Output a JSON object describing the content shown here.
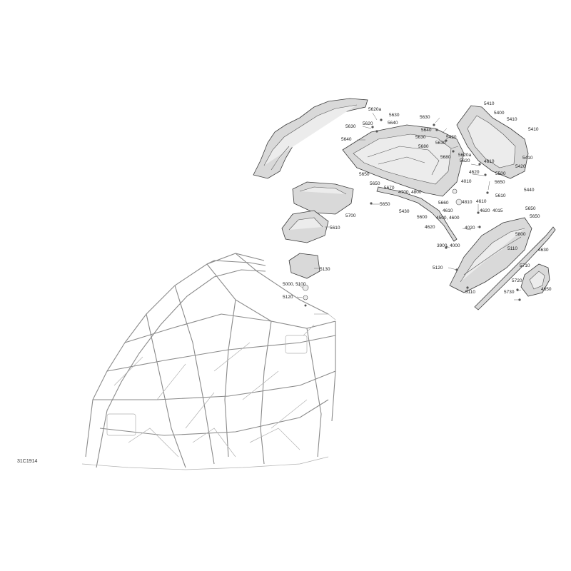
{
  "figure": {
    "reference_code": "31C1914"
  },
  "callouts": [
    {
      "id": "c1",
      "text": "5620a"
    },
    {
      "id": "c2",
      "text": "5630"
    },
    {
      "id": "c3",
      "text": "5620"
    },
    {
      "id": "c4",
      "text": "5640"
    },
    {
      "id": "c5",
      "text": "5630"
    },
    {
      "id": "c6",
      "text": "5630"
    },
    {
      "id": "c7",
      "text": "5640"
    },
    {
      "id": "c8",
      "text": "5640"
    },
    {
      "id": "c9",
      "text": "5630"
    },
    {
      "id": "c10",
      "text": "5420"
    },
    {
      "id": "c11",
      "text": "5680"
    },
    {
      "id": "c12",
      "text": "5630"
    },
    {
      "id": "c13",
      "text": "5680"
    },
    {
      "id": "c14",
      "text": "5620a"
    },
    {
      "id": "c15",
      "text": "5620"
    },
    {
      "id": "c16",
      "text": "5410"
    },
    {
      "id": "c17",
      "text": "5400"
    },
    {
      "id": "c18",
      "text": "5410"
    },
    {
      "id": "c19",
      "text": "5410"
    },
    {
      "id": "c20",
      "text": "5410"
    },
    {
      "id": "c21",
      "text": "5420"
    },
    {
      "id": "c22",
      "text": "4610"
    },
    {
      "id": "c23",
      "text": "4620"
    },
    {
      "id": "c24",
      "text": "5650"
    },
    {
      "id": "c25",
      "text": "5500"
    },
    {
      "id": "c26",
      "text": "5650"
    },
    {
      "id": "c27",
      "text": "5670"
    },
    {
      "id": "c28",
      "text": "4700, 4800"
    },
    {
      "id": "c29",
      "text": "4010"
    },
    {
      "id": "c30",
      "text": "5650"
    },
    {
      "id": "c31",
      "text": "5440"
    },
    {
      "id": "c32",
      "text": "5660"
    },
    {
      "id": "c33",
      "text": "4810"
    },
    {
      "id": "c34",
      "text": "4610"
    },
    {
      "id": "c35",
      "text": "5610"
    },
    {
      "id": "c36",
      "text": "5650"
    },
    {
      "id": "c37",
      "text": "5430"
    },
    {
      "id": "c38",
      "text": "4610"
    },
    {
      "id": "c39",
      "text": "4620"
    },
    {
      "id": "c40",
      "text": "4015"
    },
    {
      "id": "c41",
      "text": "5650"
    },
    {
      "id": "c42",
      "text": "5600"
    },
    {
      "id": "c43",
      "text": "4500, 4600"
    },
    {
      "id": "c44",
      "text": "5650"
    },
    {
      "id": "c45",
      "text": "4620"
    },
    {
      "id": "c46",
      "text": "4020"
    },
    {
      "id": "c47",
      "text": "5800"
    },
    {
      "id": "c48",
      "text": "5700"
    },
    {
      "id": "c49",
      "text": "5610"
    },
    {
      "id": "c50",
      "text": "3900, 4000"
    },
    {
      "id": "c51",
      "text": "5110"
    },
    {
      "id": "c52",
      "text": "4630"
    },
    {
      "id": "c53",
      "text": "5120"
    },
    {
      "id": "c54",
      "text": "5710"
    },
    {
      "id": "c55",
      "text": "5130"
    },
    {
      "id": "c56",
      "text": "5720"
    },
    {
      "id": "c57",
      "text": "5000, 5100"
    },
    {
      "id": "c58",
      "text": "4650"
    },
    {
      "id": "c59",
      "text": "5110"
    },
    {
      "id": "c60",
      "text": "5730"
    },
    {
      "id": "c61",
      "text": "5120"
    }
  ]
}
